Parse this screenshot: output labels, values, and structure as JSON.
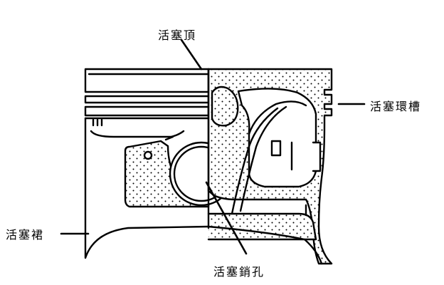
{
  "labels": {
    "piston_top": "活塞頂",
    "ring_groove": "活塞環槽",
    "skirt": "活塞裙",
    "pin_hole": "活塞銷孔"
  },
  "colors": {
    "line": "#000000",
    "fill": "#ffffff",
    "section_dots": "#000000"
  }
}
